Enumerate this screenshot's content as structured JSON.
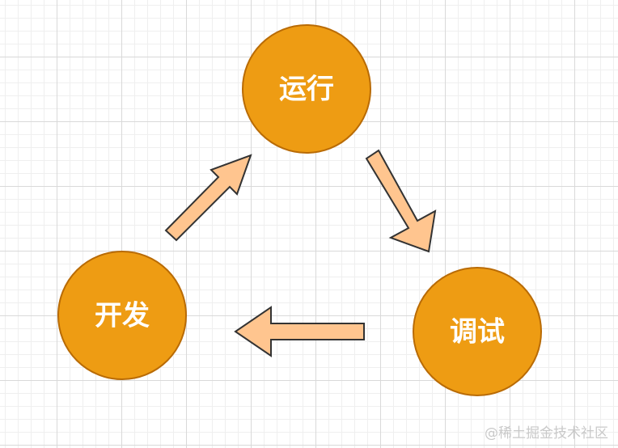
{
  "colors": {
    "node_fill": "#ee9c13",
    "node_stroke": "#b96b05",
    "node_text": "#ffffff",
    "arrow_fill": "#ffc58f",
    "arrow_stroke": "#333333"
  },
  "nodes": {
    "run": {
      "label": "运行"
    },
    "debug": {
      "label": "调试"
    },
    "develop": {
      "label": "开发"
    }
  },
  "watermark": "@稀土掘金技术社区"
}
